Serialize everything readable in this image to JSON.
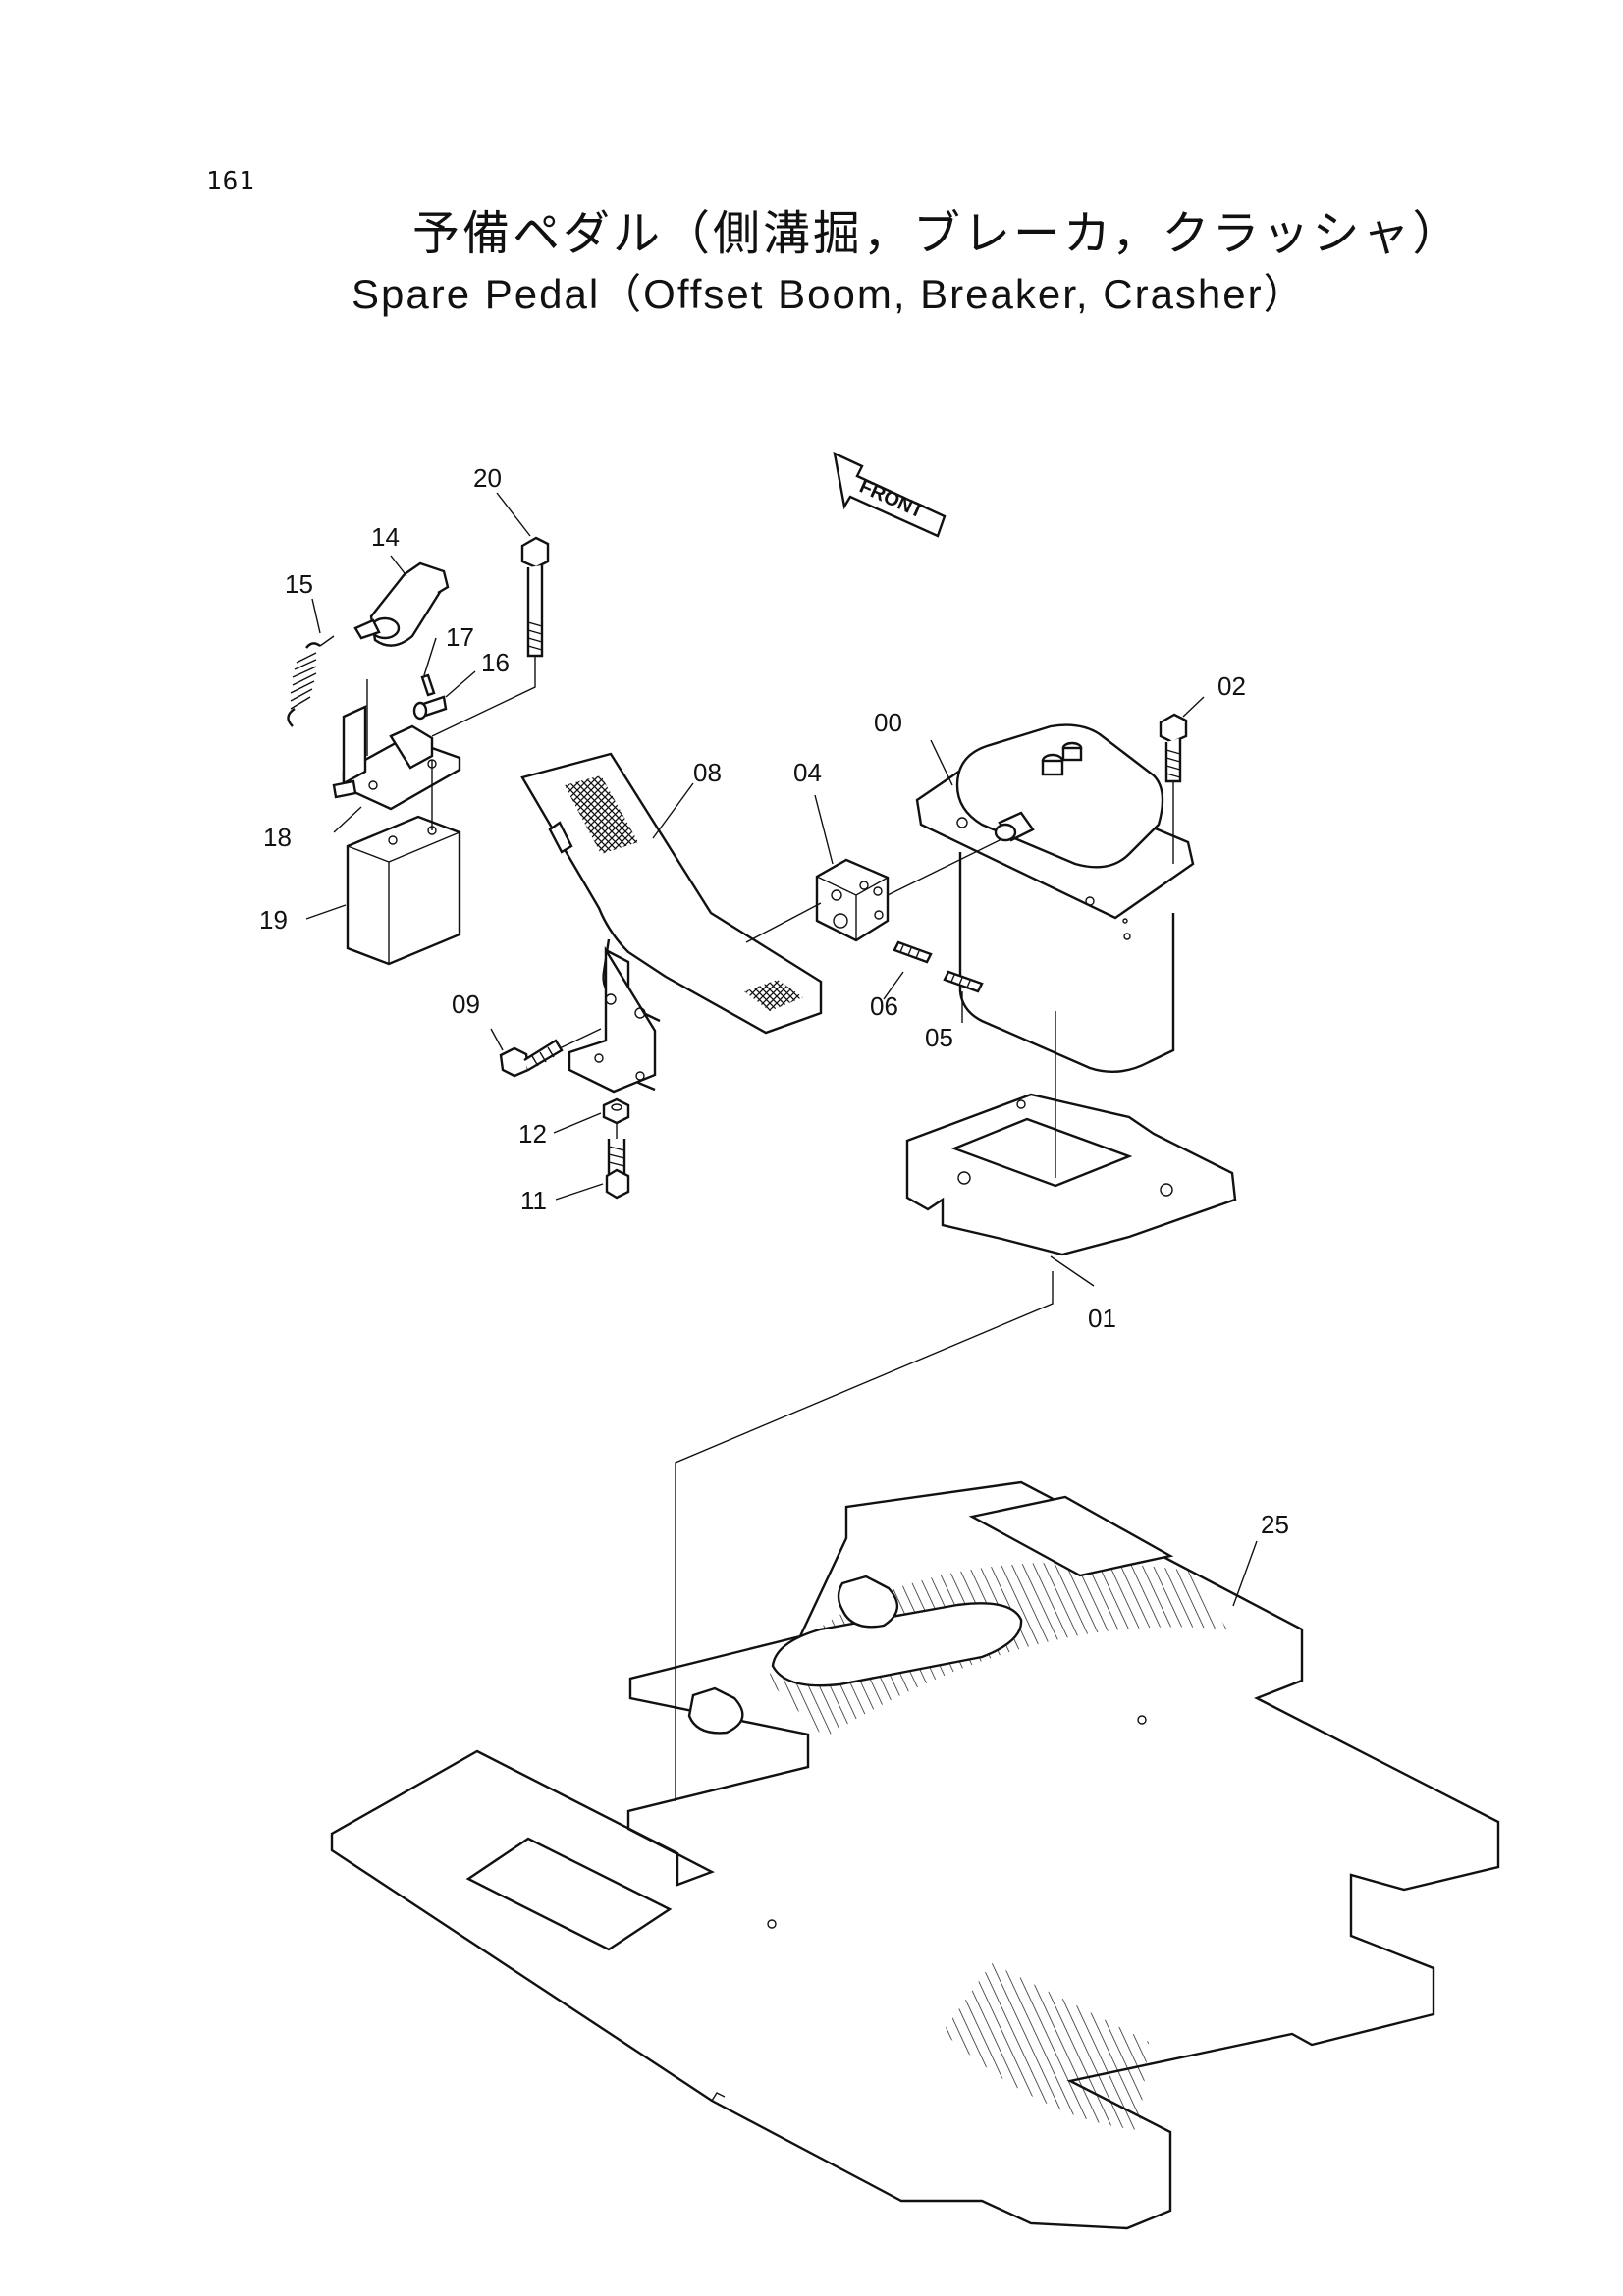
{
  "page_number": "161",
  "title_jp": "予備ペダル（側溝掘，ブレーカ，クラッシャ）",
  "title_en": "Spare Pedal（Offset Boom, Breaker, Crasher）",
  "front_label": "FRONT",
  "callouts": {
    "c00": "00",
    "c01": "01",
    "c02": "02",
    "c04": "04",
    "c05": "05",
    "c06": "06",
    "c08": "08",
    "c09": "09",
    "c11": "11",
    "c12": "12",
    "c14": "14",
    "c15": "15",
    "c16": "16",
    "c17": "17",
    "c18": "18",
    "c19": "19",
    "c20": "20",
    "c25": "25"
  }
}
